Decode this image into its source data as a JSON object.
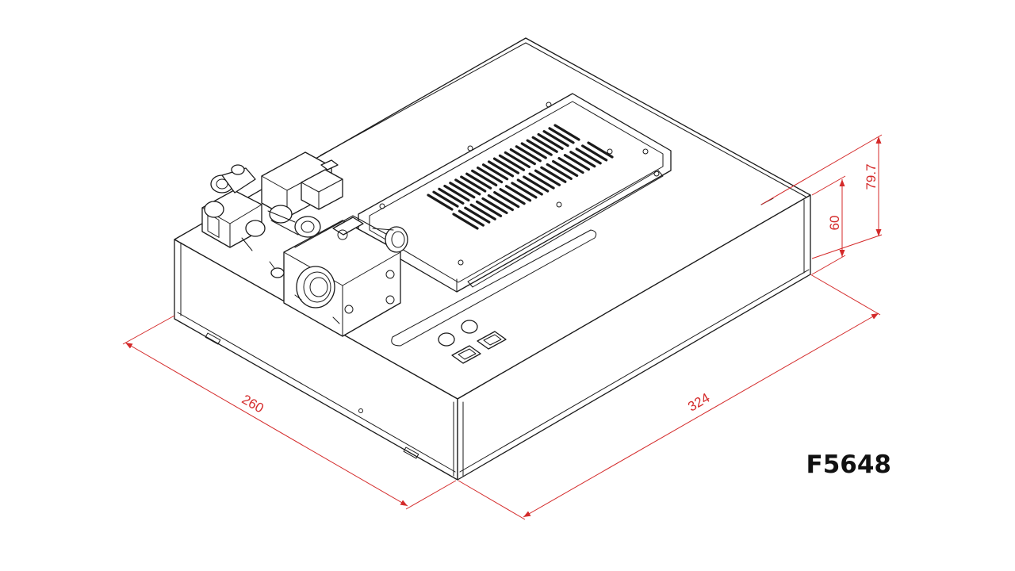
{
  "model_number": "F5648",
  "dimensions": {
    "width": "260",
    "length": "324",
    "base_height": "60",
    "total_height": "79.7"
  },
  "colors": {
    "dimension": "#d42a2a",
    "outline": "#1a1a1a",
    "background": "#ffffff"
  }
}
